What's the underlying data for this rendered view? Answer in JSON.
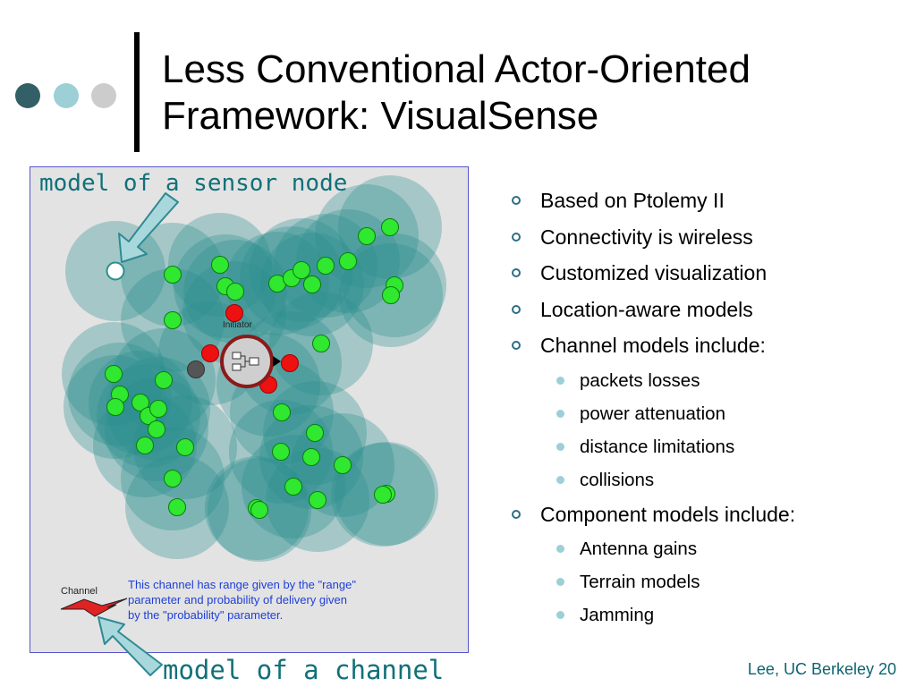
{
  "slide": {
    "title_lines": [
      "Less Conventional Actor-Oriented",
      "Framework: VisualSense"
    ],
    "decor_dot_colors": [
      "#335f66",
      "#9ccfd6",
      "#cccccc"
    ],
    "accent_color": "#0d6470"
  },
  "bullets": [
    {
      "text": "Based on Ptolemy II",
      "level": 1
    },
    {
      "text": "Connectivity is wireless",
      "level": 1
    },
    {
      "text": "Customized visualization",
      "level": 1
    },
    {
      "text": "Location-aware models",
      "level": 1
    },
    {
      "text": "Channel models include:",
      "level": 1
    },
    {
      "text": "packets losses",
      "level": 2
    },
    {
      "text": "power attenuation",
      "level": 2
    },
    {
      "text": "distance limitations",
      "level": 2
    },
    {
      "text": "collisions",
      "level": 2
    },
    {
      "text": "Component models include:",
      "level": 1
    },
    {
      "text": "Antenna gains",
      "level": 2
    },
    {
      "text": "Terrain models",
      "level": 2
    },
    {
      "text": "Jamming",
      "level": 2
    }
  ],
  "simulation": {
    "initiator_label": "Initiator",
    "channel_label": "Channel",
    "channel_note": "This channel has range given by the \"range\" parameter and probability of delivery given by the \"probability\" parameter.",
    "colors": {
      "range": "#2a8f8f",
      "active": "#2fe82f",
      "alert": "#ee1111",
      "idle": "#555555",
      "outline": "#0b7d0b"
    }
  },
  "callouts": {
    "sensor": "model of a sensor node",
    "channel": "model of a channel"
  },
  "footer": "Lee, UC Berkeley 20"
}
